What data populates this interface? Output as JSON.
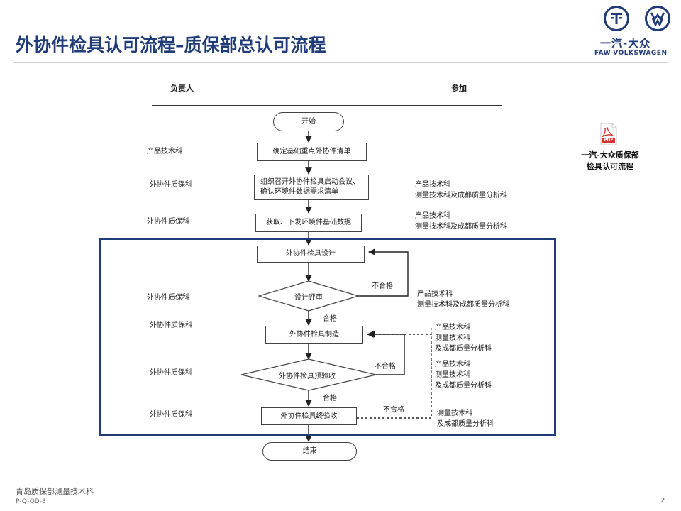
{
  "header": {
    "title": "外协件检具认可流程–质保部总认可流程",
    "logo_wordmark": "一汽-大众",
    "logo_sub": "FAW-VOLKSWAGEN"
  },
  "columns": {
    "responsible": "负责人",
    "participants": "参加"
  },
  "flow": {
    "start": "开始",
    "step1": "确定基础重点外协件清单",
    "step2_line1": "组织召开外协件检具启动会议、",
    "step2_line2": "确认环境件数据需求清单",
    "step3": "获取、下发环境件基础数据",
    "step4": "外协件检具设计",
    "decision1": "设计评审",
    "step5": "外协件检具制造",
    "decision2": "外协件检具预验收",
    "step6": "外协件检具终验收",
    "end": "结束",
    "fail": "不合格",
    "pass": "合格"
  },
  "responsible": {
    "r1": "产品技术科",
    "r2": "外协件质保科",
    "r3": "外协件质保科",
    "r4": "外协件质保科",
    "r5": "外协件质保科",
    "r6": "外协件质保科",
    "r7": "外协件质保科"
  },
  "participants": {
    "p2_line1": "产品技术科",
    "p2_line2": "测量技术科及成都质量分析科",
    "p3_line1": "产品技术科",
    "p3_line2": "测量技术科及成都质量分析科",
    "p4_line1": "产品技术科",
    "p4_line2": "测量技术科及成都质量分析科",
    "p5_line1": "产品技术科",
    "p5_line2": "测量技术科",
    "p5_line3": "及成都质量分析科",
    "p6_line1": "产品技术科",
    "p6_line2": "测量技术科",
    "p6_line3": "及成都质量分析科",
    "p7_line1": "测量技术科",
    "p7_line2": "及成都质量分析科"
  },
  "attachment": {
    "icon_label": "PDF",
    "caption_line1": "一汽-大众质保部",
    "caption_line2": "检具认可流程"
  },
  "footer": {
    "department": "青岛质保部测量技术科",
    "code": "P-Q-QD-3",
    "page": "2"
  }
}
